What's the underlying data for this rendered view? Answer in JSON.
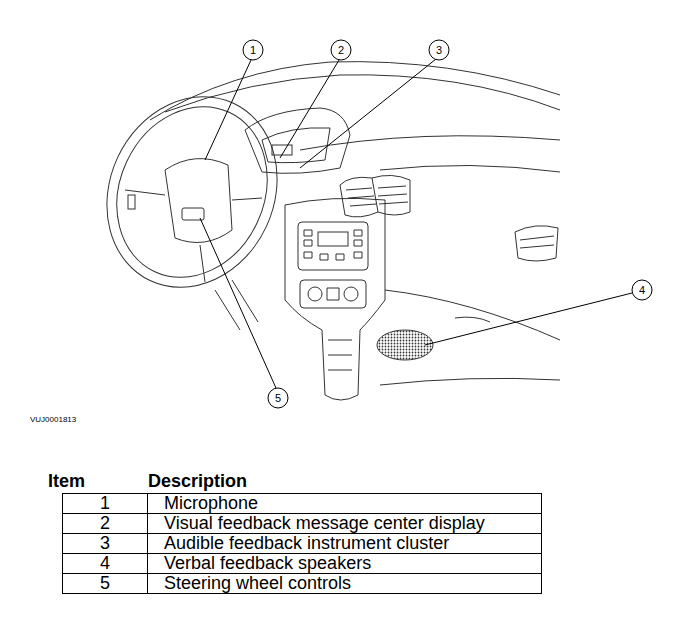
{
  "diagram": {
    "labels": [
      "1",
      "2",
      "3",
      "4",
      "5",
      "VUJ0001813",
      "Item",
      "Description",
      "1",
      "Microphone",
      "2",
      "Visual feedback message center display",
      "3",
      "Audible feedback instrument cluster",
      "4",
      "Verbal feedback speakers",
      "5",
      "Steering wheel controls"
    ]
  }
}
